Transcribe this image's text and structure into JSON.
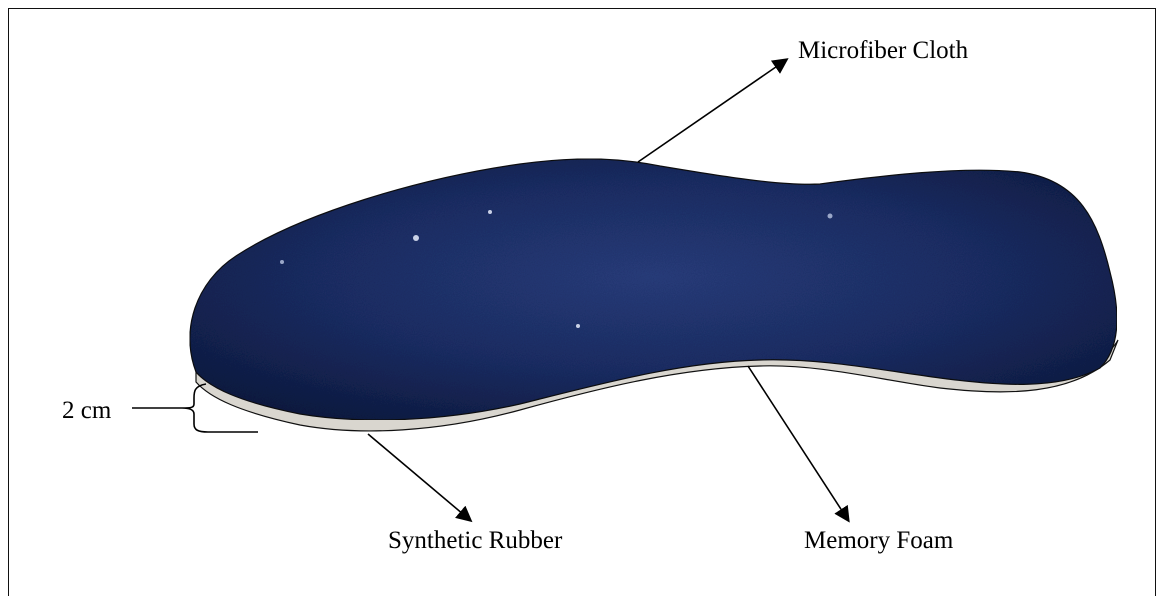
{
  "labels": {
    "microfiber": "Microfiber Cloth",
    "rubber": "Synthetic Rubber",
    "foam": "Memory Foam",
    "thickness": "2 cm"
  },
  "colors": {
    "cloth": "#1c2f66",
    "cloth_dark": "#0f1b42",
    "foam": "#d9d6cf",
    "outline": "#111111"
  }
}
